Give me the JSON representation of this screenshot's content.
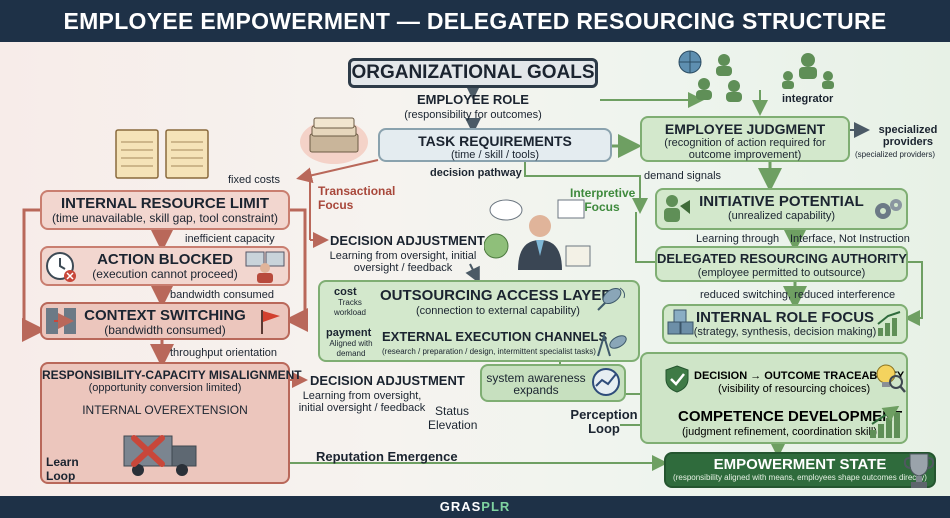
{
  "header": {
    "title": "EMPLOYEE EMPOWERMENT — DELEGATED RESOURCING STRUCTURE"
  },
  "top": {
    "goals": "ORGANIZATIONAL GOALS",
    "role_title": "EMPLOYEE ROLE",
    "role_sub": "(responsibility for outcomes)",
    "task_title": "TASK REQUIREMENTS",
    "task_sub": "(time / skill / tools)",
    "decision_pathway": "decision pathway",
    "integrator": "integrator",
    "specialized_title": "specialized providers",
    "specialized_sub": "(specialized providers)"
  },
  "left": {
    "fixed_costs": "fixed costs",
    "transactional_focus": "Transactional Focus",
    "resource_limit_title": "INTERNAL RESOURCE LIMIT",
    "resource_limit_sub": "(time unavailable, skill gap, tool constraint)",
    "inefficient_capacity": "inefficient capacity",
    "action_blocked_title": "ACTION BLOCKED",
    "action_blocked_sub": "(execution cannot proceed)",
    "bandwidth_consumed": "bandwidth consumed",
    "context_switching_title": "CONTEXT SWITCHING",
    "context_switching_sub": "(bandwidth consumed)",
    "throughput_orientation": "throughput orientation",
    "misalignment_title": "RESPONSIBILITY-CAPACITY MISALIGNMENT",
    "misalignment_sub": "(opportunity conversion limited)",
    "internal_overextension": "INTERNAL OVEREXTENSION",
    "learn_loop": "Learn Loop"
  },
  "middle": {
    "decision_adjustment_1_title": "DECISION ADJUSTMENT",
    "decision_adjustment_1_sub": "Learning from oversight, initial oversight / feedback",
    "interpretive_focus": "Interpretive Focus",
    "cost_label": "cost",
    "cost_sub": "Tracks workload",
    "payment_label": "payment",
    "payment_sub": "Aligned with demand",
    "outsourcing_title": "OUTSOURCING ACCESS LAYER",
    "outsourcing_sub": "(connection to external capability)",
    "channels_title": "EXTERNAL EXECUTION CHANNELS",
    "channels_sub": "(research / preparation / design, intermittent specialist tasks)",
    "awareness": "system awareness expands",
    "decision_adjustment_2_title": "DECISION ADJUSTMENT",
    "decision_adjustment_2_sub": "Learning from oversight, initial oversight / feedback",
    "status_elevation": "Status Elevation",
    "perception_loop": "Perception Loop",
    "reputation_emergence": "Reputation Emergence"
  },
  "right": {
    "judgment_title": "EMPLOYEE JUDGMENT",
    "judgment_sub": "(recognition of action required for outcome improvement)",
    "demand_signals": "demand signals",
    "initiative_title": "INITIATIVE POTENTIAL",
    "initiative_sub": "(unrealized capability)",
    "learning_through": "Learning through",
    "interface_note": "Interface, Not Instruction",
    "delegated_title": "DELEGATED RESOURCING AUTHORITY",
    "delegated_sub": "(employee permitted to outsource)",
    "reduced_switching": "reduced switching, reduced interference",
    "role_focus_title": "INTERNAL ROLE FOCUS",
    "role_focus_sub": "(strategy, synthesis, decision making)",
    "traceability_title": "DECISION → OUTCOME TRACEABILITY",
    "traceability_sub": "(visibility of resourcing choices)",
    "competence_title": "COMPETENCE DEVELOPMENT",
    "competence_sub": "(judgment refinement, coordination skill)",
    "empowerment_title": "EMPOWERMENT STATE",
    "empowerment_sub": "(responsibility aligned with means, employees shape outcomes directly)"
  },
  "footer": {
    "brand_a": "GRAS",
    "brand_b": "PLR"
  },
  "colors": {
    "navy": "#1e3147",
    "red_border": "#c97e70",
    "green_border": "#7fae73",
    "green_dark": "#2f6b3c"
  }
}
